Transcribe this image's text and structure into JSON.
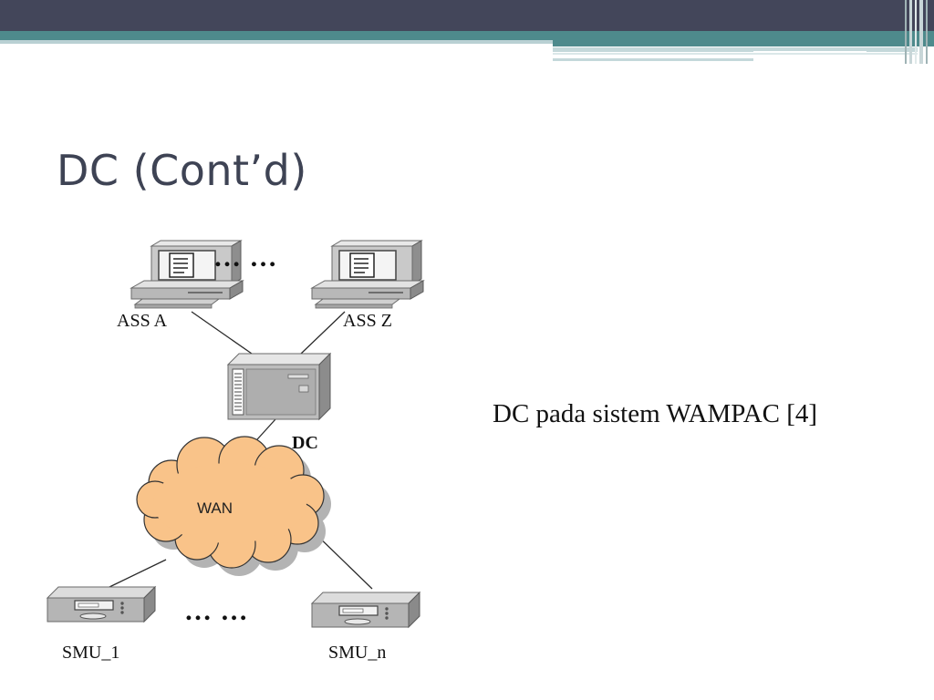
{
  "slide": {
    "title": "DC (Cont’d)",
    "caption": "DC pada sistem WAMPAC [4]"
  },
  "diagram": {
    "nodes": {
      "ass_a": "ASS A",
      "ass_z": "ASS Z",
      "dc": "DC",
      "wan": "WAN",
      "smu_1": "SMU_1",
      "smu_n": "SMU_n"
    },
    "ellipsis_top": "… …",
    "ellipsis_bottom": "… …",
    "icons": {
      "workstation": "computer-workstation-icon",
      "server": "server-tower-icon",
      "cloud": "network-cloud-icon",
      "measurement_unit": "measurement-unit-device-icon"
    }
  },
  "colors": {
    "header_dark": "#43465a",
    "header_teal": "#4e8a8c",
    "header_light": "#b9d0d3",
    "title": "#3e4354",
    "cloud_fill": "#f9c389",
    "cloud_shadow": "#b3b3b3"
  }
}
